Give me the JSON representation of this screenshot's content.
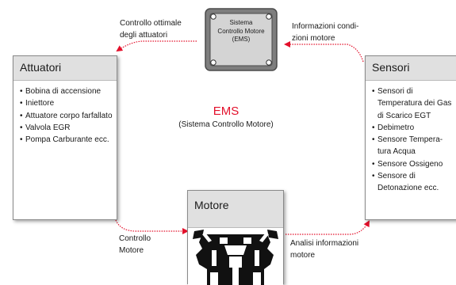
{
  "ems_chip": {
    "text": "Sistema Controllo Motore (EMS)",
    "color": "#7e7e7e"
  },
  "center": {
    "title": "EMS",
    "subtitle": "(Sistema Controllo Motore)",
    "title_color": "#e3102b"
  },
  "arrows": {
    "color": "#e3102b",
    "top_left_label": "Controllo ottimale degli attuatori",
    "top_right_label": "Informazioni condi- zioni motore",
    "bottom_left_label": "Controllo Motore",
    "bottom_right_label": "Analisi informazioni motore"
  },
  "attuatori": {
    "title": "Attuatori",
    "items": [
      "Bobina di accensione",
      "Iniettore",
      "Attuatore corpo farfallato",
      "Valvola EGR",
      "Pompa Carburante ecc."
    ]
  },
  "sensori": {
    "title": "Sensori",
    "items": [
      "Sensori di Temperatura dei Gas di Scarico EGT",
      "Debimetro",
      "Sensore Tempera- tura Acqua",
      "Sensore Ossigeno",
      "Sensore di Detonazione ecc."
    ]
  },
  "motore": {
    "title": "Motore",
    "icon": "engine-icon"
  }
}
